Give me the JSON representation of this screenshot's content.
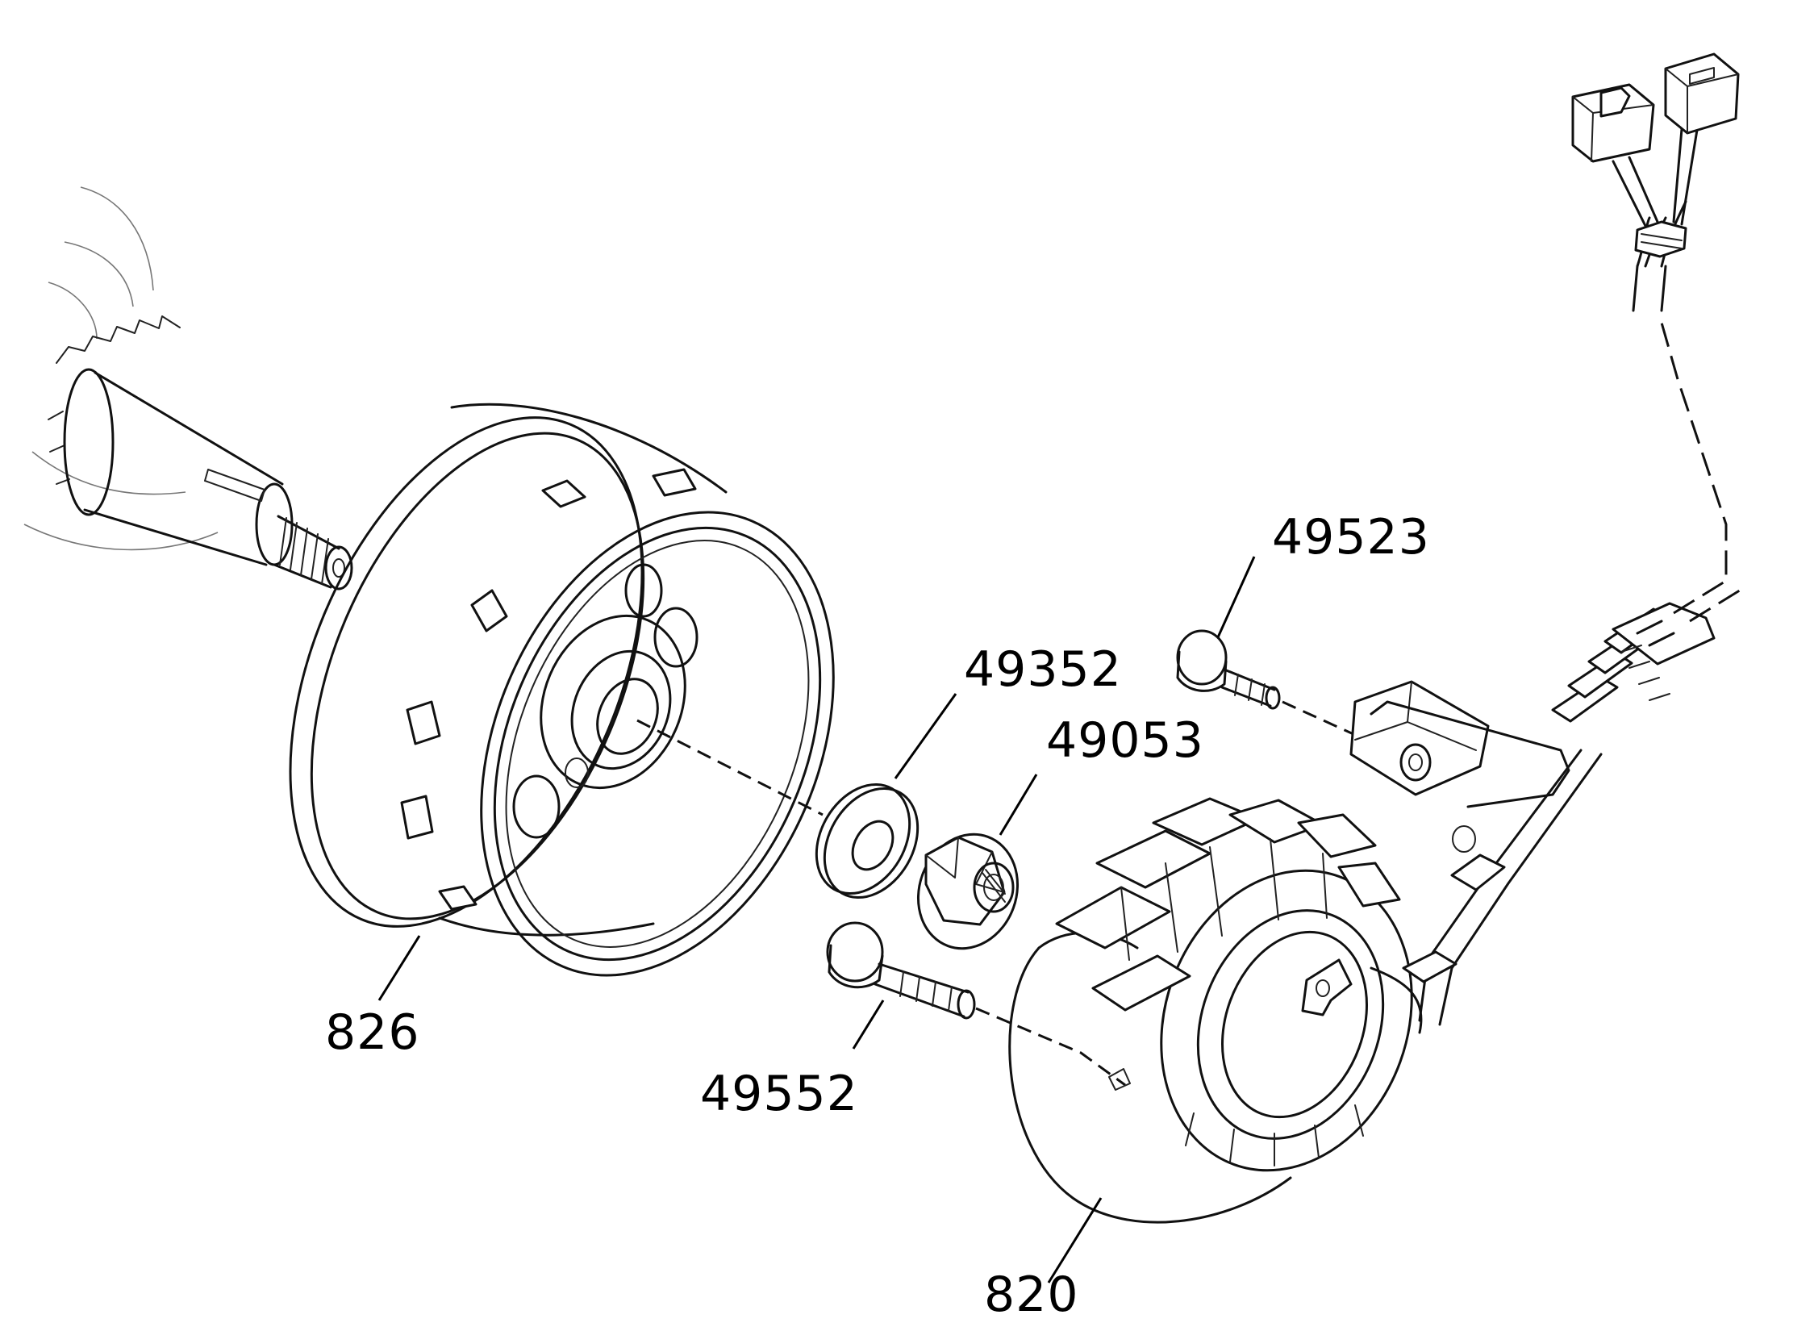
{
  "labels": {
    "flywheel": "826",
    "stator": "820",
    "washer": "49352",
    "nut": "49053",
    "pickup_bolt": "49523",
    "stator_bolt": "49552"
  }
}
